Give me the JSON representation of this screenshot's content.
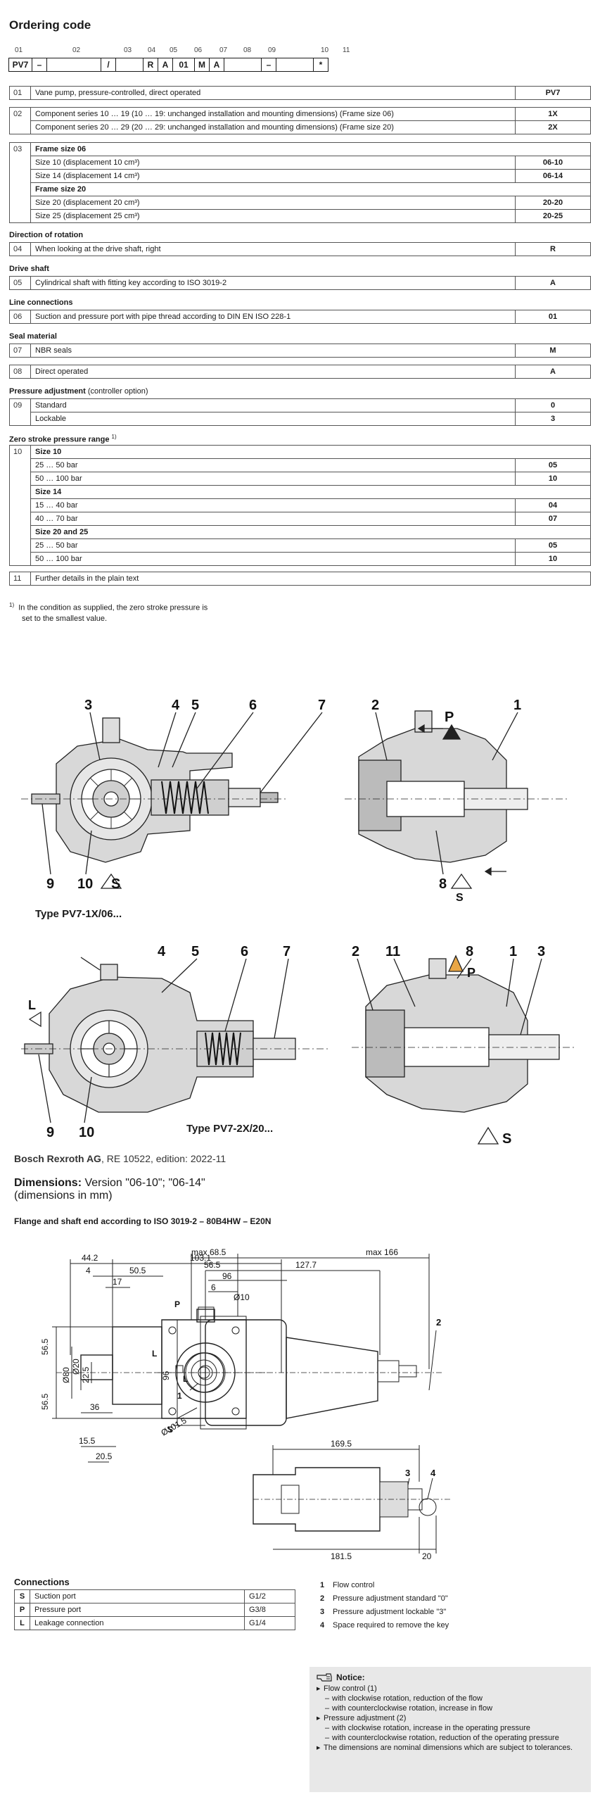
{
  "ordering": {
    "title": "Ordering code",
    "pos_numbers": [
      "01",
      "02",
      "03",
      "04",
      "05",
      "06",
      "07",
      "08",
      "09",
      "10",
      "11"
    ],
    "code_boxes": [
      "PV7",
      "–",
      "",
      "/",
      "",
      "R",
      "A",
      "01",
      "M",
      "A",
      "",
      "–",
      "",
      "*"
    ]
  },
  "rows": {
    "r01": {
      "n": "01",
      "t": "Vane pump, pressure-controlled, direct operated",
      "v": "PV7"
    },
    "r02a": {
      "n": "02",
      "t": "Component series 10 … 19 (10 … 19: unchanged installation and mounting dimensions) (Frame size 06)",
      "v": "1X"
    },
    "r02b": {
      "t": "Component series 20 … 29 (20 … 29: unchanged installation and mounting dimensions) (Frame size 20)",
      "v": "2X"
    },
    "r03": {
      "n": "03",
      "h1": "Frame size 06",
      "a": "Size 10 (displacement 10 cm³)",
      "av": "06-10",
      "b": "Size 14 (displacement 14 cm³)",
      "bv": "06-14",
      "h2": "Frame size 20",
      "c": "Size 20 (displacement 20 cm³)",
      "cv": "20-20",
      "d": "Size 25 (displacement 25 cm³)",
      "dv": "20-25"
    },
    "sec_rot": "Direction of rotation",
    "r04": {
      "n": "04",
      "t": "When looking at the drive shaft, right",
      "v": "R"
    },
    "sec_shaft": "Drive shaft",
    "r05": {
      "n": "05",
      "t": "Cylindrical shaft with fitting key according to ISO 3019-2",
      "v": "A"
    },
    "sec_line": "Line connections",
    "r06": {
      "n": "06",
      "t": "Suction and pressure port with pipe thread according to DIN EN ISO 228-1",
      "v": "01"
    },
    "sec_seal": "Seal material",
    "r07": {
      "n": "07",
      "t": "NBR seals",
      "v": "M"
    },
    "r08": {
      "n": "08",
      "t": "Direct operated",
      "v": "A"
    },
    "sec_press": "Pressure adjustment",
    "sec_press_note": "(controller option)",
    "r09": {
      "n": "09",
      "a": "Standard",
      "av": "0",
      "b": "Lockable",
      "bv": "3"
    },
    "sec_zero": "Zero stroke pressure range",
    "sec_zero_sup": "1)",
    "r10": {
      "n": "10",
      "h1": "Size 10",
      "a": "25 … 50 bar",
      "av": "05",
      "b": "50 … 100 bar",
      "bv": "10",
      "h2": "Size 14",
      "c": "15 … 40 bar",
      "cv": "04",
      "d": "40 … 70 bar",
      "dv": "07",
      "h3": "Size 20 and 25",
      "e": "25 … 50 bar",
      "ev": "05",
      "f": "50 … 100 bar",
      "fv": "10"
    },
    "r11": {
      "n": "11",
      "t": "Further details in the plain text"
    }
  },
  "footnote": {
    "sup": "1)",
    "line1": "In the condition as supplied, the zero stroke pressure is",
    "line2": "set to the smallest value."
  },
  "drawing1": {
    "labels": [
      "3",
      "4",
      "5",
      "6",
      "7",
      "2",
      "1",
      "9",
      "10",
      "S",
      "8",
      "S",
      "P"
    ],
    "type": "Type PV7-1X/06..."
  },
  "drawing2": {
    "labels": [
      "4",
      "5",
      "6",
      "7",
      "2",
      "11",
      "8",
      "1",
      "3",
      "L",
      "P",
      "9",
      "10",
      "S"
    ],
    "type": "Type PV7-2X/20..."
  },
  "brand": {
    "company": "Bosch Rexroth AG",
    "ref": ", RE 10522, edition: 2022-11"
  },
  "dimensions": {
    "title": "Dimensions:",
    "versions": " Version \"06-10\"; \"06-14\"",
    "unit": "(dimensions in mm)",
    "flange": "Flange and shaft end according to ISO 3019-2 – 80B4HW – E20N",
    "left": [
      "44.2",
      "103.1",
      "4",
      "50.5",
      "17",
      "56.5",
      "56.5",
      "Ø80",
      "Ø20",
      "22.5",
      "36",
      "15.5",
      "20.5",
      "P",
      "L",
      "S"
    ],
    "right": [
      "max 68.5",
      "max 166",
      "56.5",
      "127.7",
      "96",
      "6",
      "Ø10",
      "96",
      "L",
      "1",
      "Ø101.5",
      "2"
    ],
    "bottom": [
      "169.5",
      "3",
      "4",
      "181.5",
      "20"
    ]
  },
  "connections": {
    "title": "Connections",
    "rows": [
      {
        "k": "S",
        "name": "Suction port",
        "size": "G1/2"
      },
      {
        "k": "P",
        "name": "Pressure port",
        "size": "G3/8"
      },
      {
        "k": "L",
        "name": "Leakage connection",
        "size": "G1/4"
      }
    ]
  },
  "legend": [
    {
      "n": "1",
      "t": "Flow control"
    },
    {
      "n": "2",
      "t": "Pressure adjustment standard \"0\""
    },
    {
      "n": "3",
      "t": "Pressure adjustment lockable \"3\""
    },
    {
      "n": "4",
      "t": "Space required to remove the key"
    }
  ],
  "notice": {
    "title": "Notice:",
    "b1": "Flow control (1)",
    "b1a": "with clockwise rotation, reduction of the flow",
    "b1b": "with counterclockwise rotation, increase in flow",
    "b2": "Pressure adjustment (2)",
    "b2a": "with clockwise rotation, increase in the operating pressure",
    "b2b": "with counterclockwise rotation, reduction of the operating pressure",
    "b3": "The dimensions are nominal dimensions which are subject to tolerances."
  }
}
